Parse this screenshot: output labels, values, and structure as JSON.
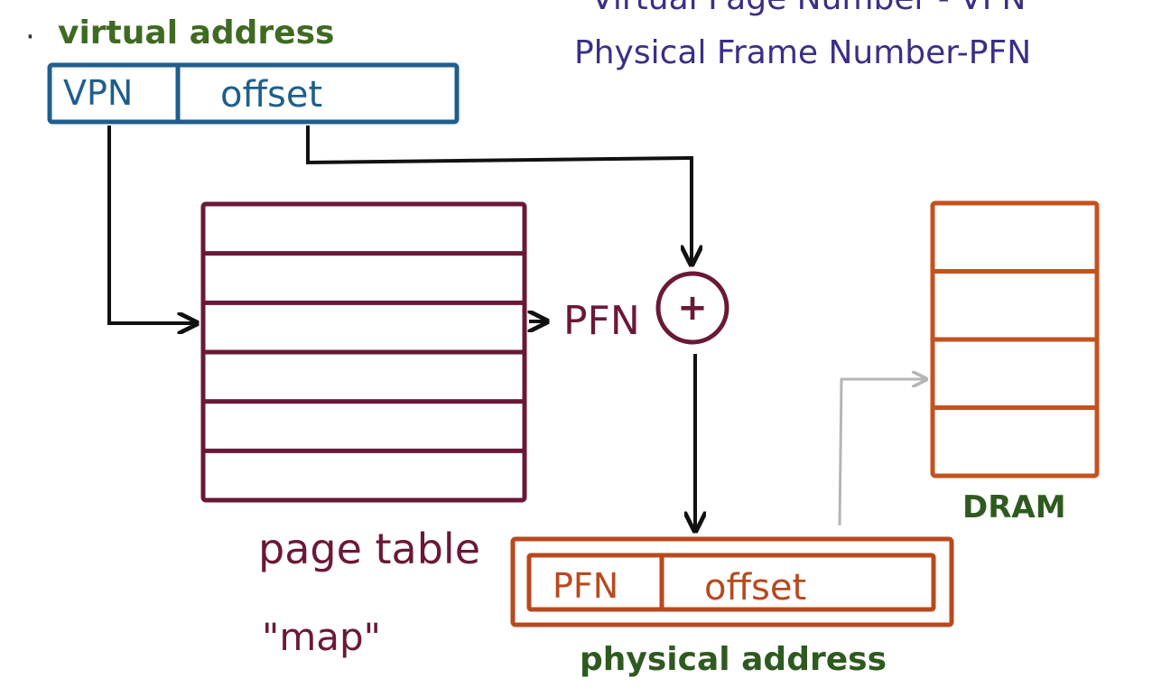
{
  "bullet": "·",
  "virtual_address": {
    "title": "virtual address",
    "fields": [
      "VPN",
      "offset"
    ]
  },
  "top_right_note": {
    "line1": "Virtual Page Number - VPN",
    "line2": "Physical Frame Number-PFN"
  },
  "page_table": {
    "rows": 6,
    "caption_line1": "page table",
    "caption_line2": "\"map\""
  },
  "pfn_label": "PFN",
  "combine_symbol": "+",
  "physical_address": {
    "title": "physical address",
    "fields": [
      "PFN",
      "offset"
    ]
  },
  "dram": {
    "title": "DRAM",
    "rows": 4
  },
  "colors": {
    "virtual_title": "#3f6a22",
    "virtual_box": "#1f5e8c",
    "note": "#3a2f86",
    "page_table": "#6b1838",
    "physical": "#b8491e",
    "dram": "#c4521f",
    "green_label": "#2f5a1f",
    "arrow": "#111111",
    "faint_arrow": "#b5b5b5"
  }
}
